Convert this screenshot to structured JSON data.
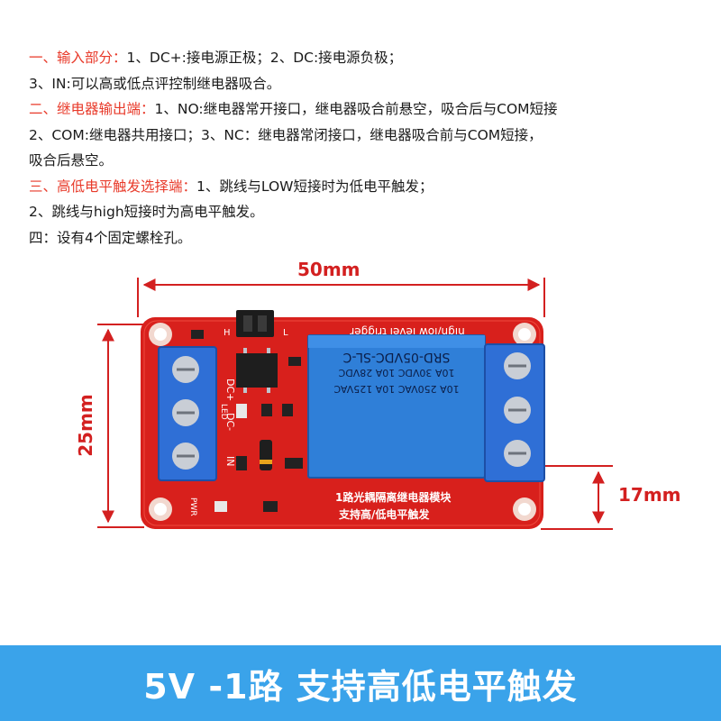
{
  "description": {
    "lines": [
      {
        "head": "一、输入部分：",
        "body": "1、DC+:接电源正极；2、DC:接电源负极；"
      },
      {
        "head": "",
        "body": "3、IN:可以高或低点评控制继电器吸合。"
      },
      {
        "head": "二、继电器输出端：",
        "body": "1、NO:继电器常开接口，继电器吸合前悬空，吸合后与COM短接"
      },
      {
        "head": "",
        "body": "2、COM:继电器共用接口；3、NC：继电器常闭接口，继电器吸合前与COM短接，"
      },
      {
        "head": "",
        "body": "吸合后悬空。"
      },
      {
        "head": "三、高低电平触发选择端：",
        "body": "1、跳线与LOW短接时为低电平触发；"
      },
      {
        "head": "",
        "body": "2、跳线与high短接时为高电平触发。"
      },
      {
        "head": "",
        "body": "四：设有4个固定螺栓孔。"
      }
    ]
  },
  "dimensions": {
    "width_label": "50mm",
    "height_label": "25mm",
    "depth_label": "17mm"
  },
  "board": {
    "relay_model": "SRD-05VDC-SL-C",
    "relay_rating_1": "10A 250VAC   10A 125VAC",
    "relay_rating_2": "10A 30VDC   10A 28VDC",
    "trigger_label": "high/low level trigger",
    "pcb_text_1": "1路光耦隔离继电器模块",
    "pcb_text_2": "支持高/低电平触发",
    "pin_dc_plus": "DC+",
    "pin_dc_minus": "DC-",
    "pin_in": "IN",
    "pin_h": "H",
    "pin_l": "L",
    "led_label": "LED",
    "pwr_label": "PWR"
  },
  "banner": {
    "text": "5V -1路  支持高低电平触发"
  },
  "colors": {
    "highlight": "#e83a2a",
    "pcb": "#d8201c",
    "terminal": "#2f6fd6",
    "relay": "#2f7fd8",
    "dimension": "#d32020",
    "banner": "#3aa3ea"
  }
}
